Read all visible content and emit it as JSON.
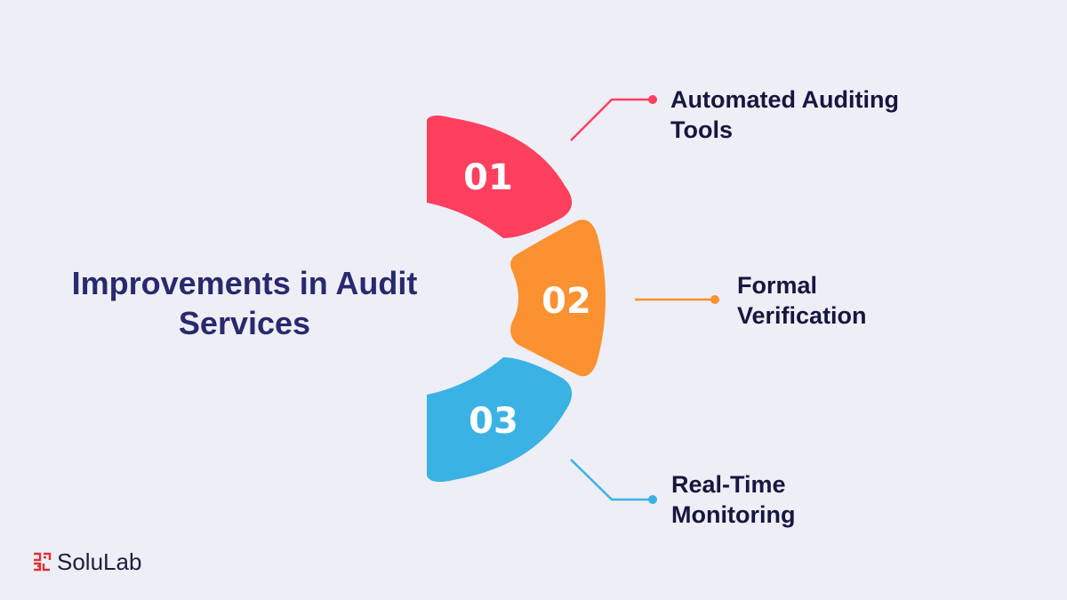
{
  "title_line1": "Improvements in Audit",
  "title_line2": "Services",
  "colors": {
    "background": "#eeeef7",
    "title": "#29296e",
    "text": "#16163f",
    "item1": "#ff3f5e",
    "item2": "#fb9130",
    "item3": "#3bb2e4"
  },
  "items": [
    {
      "number": "01",
      "label_line1": "Automated Auditing",
      "label_line2": "Tools"
    },
    {
      "number": "02",
      "label_line1": "Formal",
      "label_line2": "Verification"
    },
    {
      "number": "03",
      "label_line1": "Real-Time",
      "label_line2": "Monitoring"
    }
  ],
  "brand": {
    "name": "SoluLab",
    "icon": "solulab-logo-mark"
  }
}
